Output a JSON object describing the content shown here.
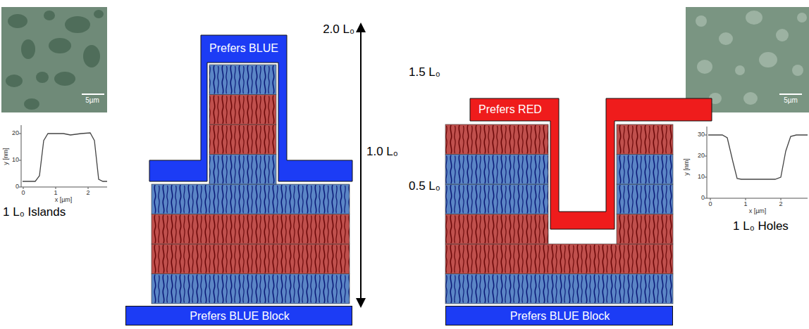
{
  "diagram": {
    "nodes": [
      {
        "text": [
          "Prefers BLUE"
        ]
      },
      {
        "text": [
          "Prefers BLUE Block"
        ]
      },
      {
        "text": [
          "Prefers RED"
        ]
      },
      {
        "text": [
          "Prefers BLUE Block"
        ]
      }
    ],
    "labels": [
      "5µm",
      "20",
      "10",
      "0",
      "y [nm]",
      "0",
      "1",
      "2",
      "x [µm]",
      "1 L₀ Islands",
      "2.0 L₀",
      "1.5 L₀",
      "1.0 L₀",
      "0.5 L₀",
      "5µm",
      "30",
      "20",
      "10",
      "0",
      "y [nm]",
      "0",
      "1",
      "2",
      "x [µm]",
      "1 L₀ Holes"
    ]
  }
}
